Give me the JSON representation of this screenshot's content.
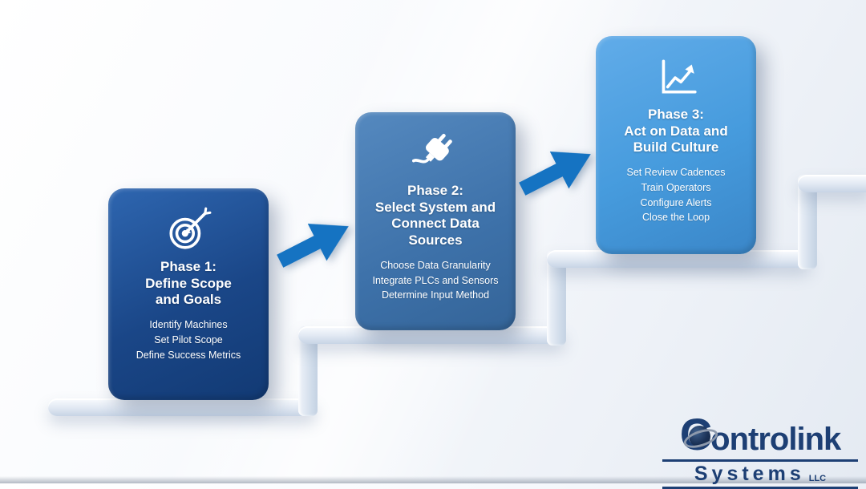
{
  "phases": [
    {
      "icon": "target-icon",
      "title": "Phase 1:\nDefine Scope\nand Goals",
      "items": [
        "Identify Machines",
        "Set Pilot Scope",
        "Define Success Metrics"
      ],
      "colors": {
        "top": "#2e66b0",
        "bottom": "#123a74"
      }
    },
    {
      "icon": "plug-icon",
      "title": "Phase 2:\nSelect System and\nConnect Data\nSources",
      "items": [
        "Choose Data Granularity",
        "Integrate PLCs and Sensors",
        "Determine Input Method"
      ],
      "colors": {
        "top": "#5589bf",
        "bottom": "#346498"
      }
    },
    {
      "icon": "chart-icon",
      "title": "Phase 3:\nAct on Data and\nBuild Culture",
      "items": [
        "Set Review Cadences",
        "Train Operators",
        "Configure Alerts",
        "Close the Loop"
      ],
      "colors": {
        "top": "#61ace9",
        "bottom": "#3a86c8"
      }
    }
  ],
  "arrows": {
    "color": "#1573c2"
  },
  "logo": {
    "initial": "C",
    "rest": "ontrolink",
    "line2": "Systems",
    "suffix": "LLC",
    "color": "#1d3f74"
  }
}
